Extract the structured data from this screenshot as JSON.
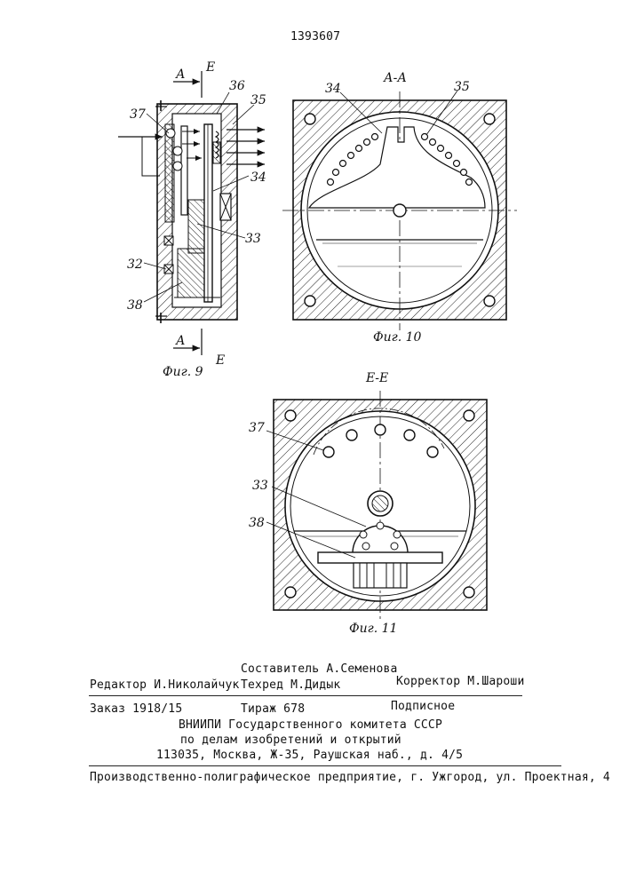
{
  "patent_number": "1393607",
  "fig9": {
    "caption": "Фиг. 9",
    "section_letter_a": "А",
    "section_letter_e": "Е",
    "labels": [
      "37",
      "36",
      "35",
      "34",
      "33",
      "32",
      "38"
    ]
  },
  "fig10": {
    "caption": "Фиг. 10",
    "section_title": "А-А",
    "labels": [
      "34",
      "35"
    ]
  },
  "fig11": {
    "caption": "Фиг. 11",
    "section_title": "Е-Е",
    "labels": [
      "37",
      "33",
      "38"
    ]
  },
  "colophon": {
    "compiler": "Составитель А.Семенова",
    "editor": "Редактор И.Николайчук",
    "techred": "Техред М.Дидык",
    "corrector": "Корректор М.Шароши",
    "order": "Заказ 1918/15",
    "circulation": "Тираж 678",
    "subscription": "Подписное",
    "org_line1": "ВНИИПИ Государственного комитета СССР",
    "org_line2": "по делам изобретений и открытий",
    "org_line3": "113035, Москва, Ж-35, Раушская наб., д. 4/5",
    "printer": "Производственно-полиграфическое предприятие, г. Ужгород, ул. Проектная, 4"
  }
}
